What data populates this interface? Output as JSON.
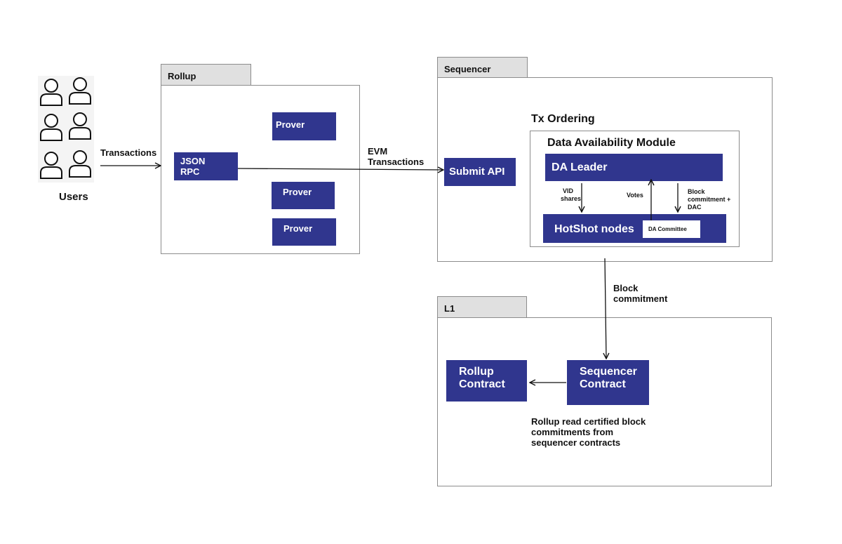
{
  "users": {
    "label": "Users",
    "count": 6
  },
  "transactions_label": "Transactions",
  "rollup": {
    "tab": "Rollup",
    "json_rpc": [
      "JSON",
      "RPC"
    ],
    "prover_1": "Prover",
    "prover_2": "Prover",
    "prover_3": "Prover"
  },
  "evm_label": [
    "EVM",
    "Transactions"
  ],
  "sequencer": {
    "tab": "Sequencer",
    "submit_api": "Submit API",
    "tx_ordering": "Tx Ordering",
    "da_module": "Data Availability Module",
    "da_leader": "DA Leader",
    "vid_shares": [
      "VID",
      "shares"
    ],
    "votes": "Votes",
    "block_commitment_dac": [
      "Block",
      "commitment +",
      "DAC"
    ],
    "hotshot": "HotShot nodes",
    "da_committee": "DA Committee"
  },
  "block_commitment_label": [
    "Block",
    "commitment"
  ],
  "l1": {
    "tab": "L1",
    "rollup_contract": [
      "Rollup",
      "Contract"
    ],
    "sequencer_contract": [
      "Sequencer",
      "Contract"
    ],
    "note": [
      "Rollup read certified block",
      "commitments from",
      "sequencer contracts"
    ]
  },
  "colors": {
    "block": "#30368e",
    "tab": "#e0e0e0",
    "border": "#8c8c8c"
  }
}
